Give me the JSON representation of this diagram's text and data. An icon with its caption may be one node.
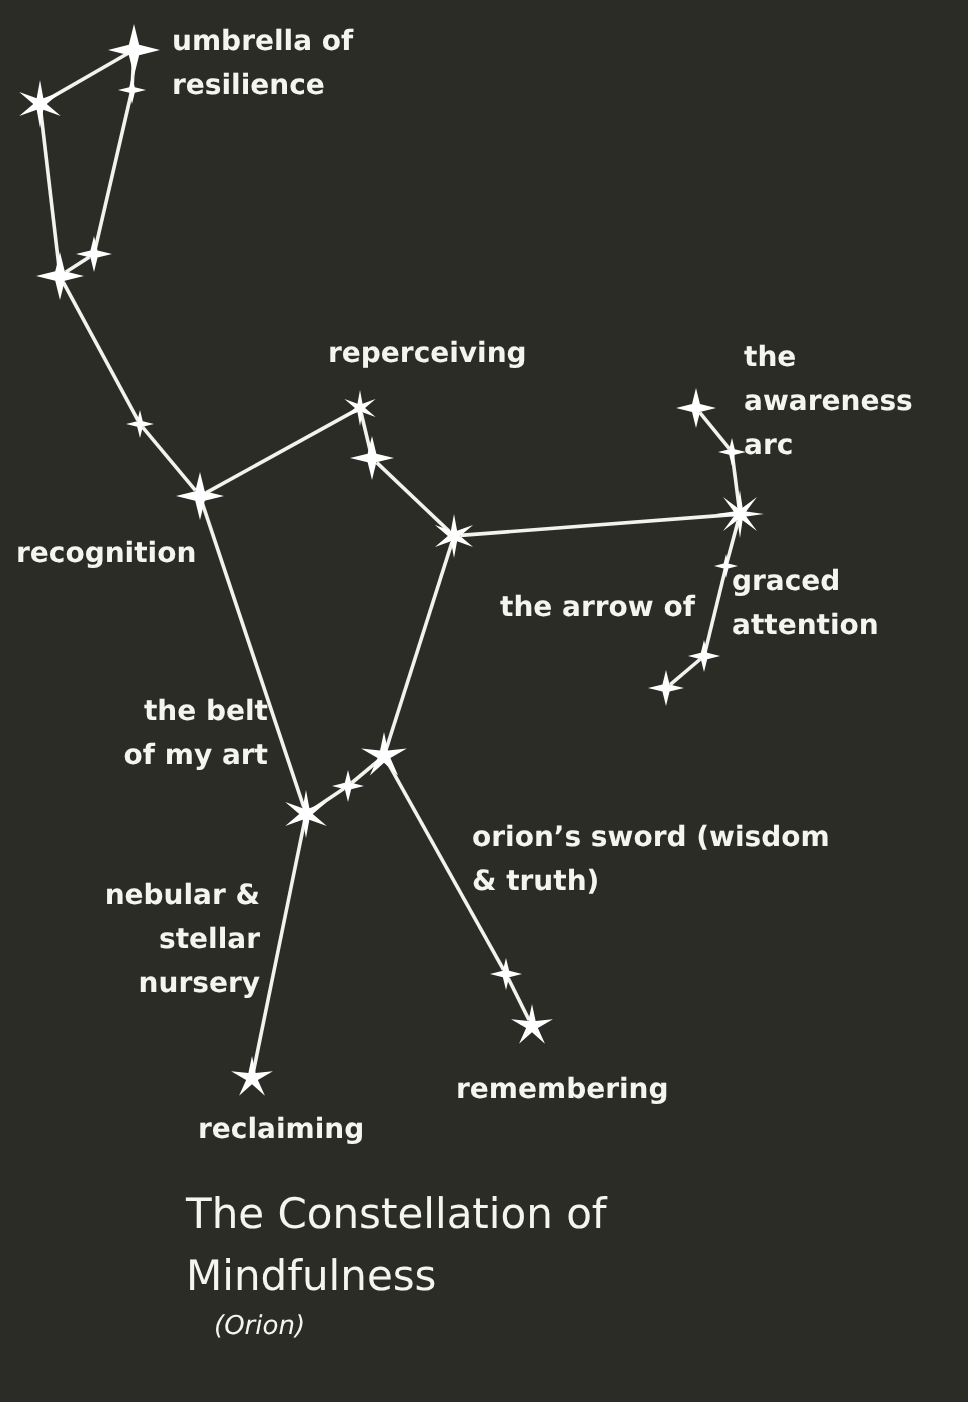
{
  "diagram": {
    "title": "The Constellation of Mindfulness",
    "caption": "(Orion)",
    "nodes": [
      {
        "text": [],
        "shape": "star"
      },
      {
        "text": [],
        "shape": "star"
      },
      {
        "text": [],
        "shape": "star"
      },
      {
        "text": [],
        "shape": "star"
      },
      {
        "text": [],
        "shape": "star"
      },
      {
        "text": [],
        "shape": "star"
      },
      {
        "text": [],
        "shape": "star"
      },
      {
        "text": [],
        "shape": "star"
      },
      {
        "text": [],
        "shape": "star"
      },
      {
        "text": [],
        "shape": "star"
      },
      {
        "text": [],
        "shape": "star"
      },
      {
        "text": [],
        "shape": "star"
      },
      {
        "text": [],
        "shape": "star"
      },
      {
        "text": [],
        "shape": "star"
      },
      {
        "text": [],
        "shape": "star"
      },
      {
        "text": [],
        "shape": "star"
      },
      {
        "text": [],
        "shape": "star"
      },
      {
        "text": [],
        "shape": "star"
      },
      {
        "text": [],
        "shape": "star"
      },
      {
        "text": [],
        "shape": "star"
      },
      {
        "text": [],
        "shape": "star"
      },
      {
        "text": [],
        "shape": "star"
      }
    ],
    "edges": [
      {
        "from": 0,
        "to": 1,
        "arrow": "none"
      },
      {
        "from": 1,
        "to": 4,
        "arrow": "none"
      },
      {
        "from": 0,
        "to": 2,
        "arrow": "none"
      },
      {
        "from": 2,
        "to": 3,
        "arrow": "none"
      },
      {
        "from": 3,
        "to": 4,
        "arrow": "none"
      },
      {
        "from": 4,
        "to": 5,
        "arrow": "none"
      },
      {
        "from": 5,
        "to": 6,
        "arrow": "none"
      },
      {
        "from": 6,
        "to": 7,
        "arrow": "none"
      },
      {
        "from": 7,
        "to": 8,
        "arrow": "none"
      },
      {
        "from": 8,
        "to": 9,
        "arrow": "none"
      },
      {
        "from": 9,
        "to": 12,
        "arrow": "none"
      },
      {
        "from": 10,
        "to": 11,
        "arrow": "none"
      },
      {
        "from": 11,
        "to": 12,
        "arrow": "none"
      },
      {
        "from": 12,
        "to": 13,
        "arrow": "none"
      },
      {
        "from": 13,
        "to": 14,
        "arrow": "none"
      },
      {
        "from": 14,
        "to": 15,
        "arrow": "none"
      },
      {
        "from": 9,
        "to": 16,
        "arrow": "none"
      },
      {
        "from": 6,
        "to": 18,
        "arrow": "none"
      },
      {
        "from": 16,
        "to": 17,
        "arrow": "none"
      },
      {
        "from": 17,
        "to": 18,
        "arrow": "none"
      },
      {
        "from": 18,
        "to": 19,
        "arrow": "none"
      },
      {
        "from": 16,
        "to": 20,
        "arrow": "none"
      },
      {
        "from": 20,
        "to": 21,
        "arrow": "none"
      }
    ],
    "labels": [
      "umbrella of resilience",
      "reperceiving",
      "the awareness arc",
      "recognition",
      "the arrow of",
      "graced attention",
      "the belt of my art",
      "orion’s sword (wisdom & truth)",
      "nebular & stellar nursery",
      "remembering",
      "reclaiming"
    ]
  }
}
